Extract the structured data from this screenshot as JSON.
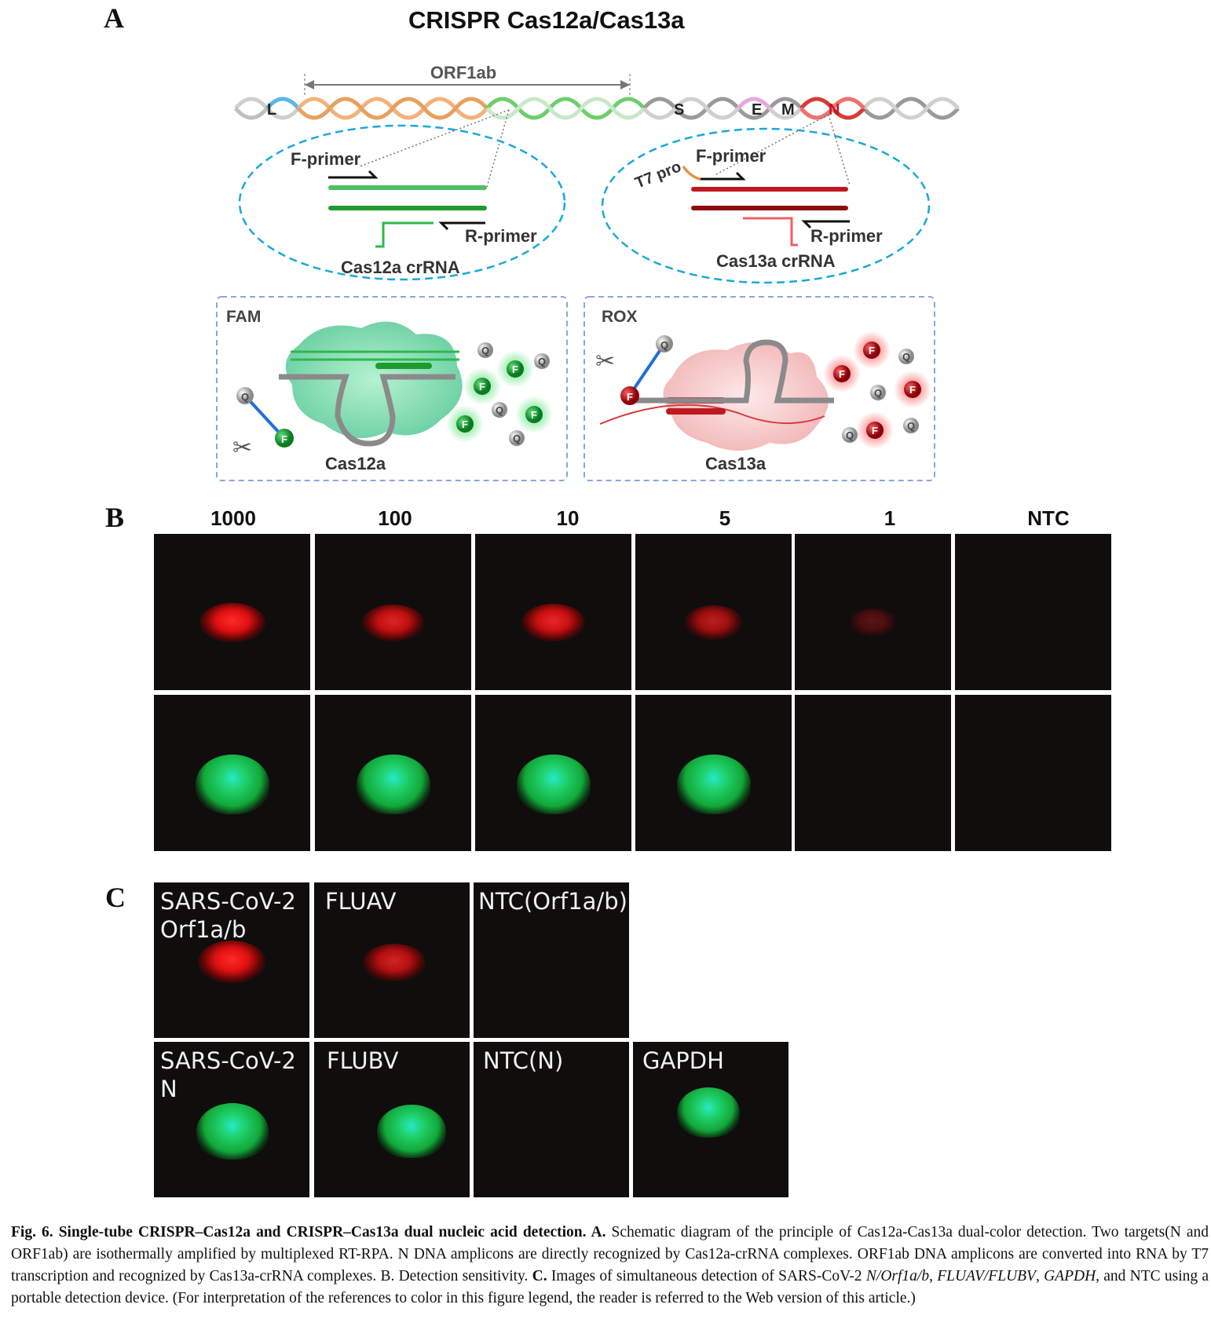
{
  "panel_a": {
    "letter": "A",
    "title": "CRISPR Cas12a/Cas13a",
    "genome": {
      "orf_label": "ORF1ab",
      "genes": [
        "L",
        "S",
        "E",
        "M",
        "N"
      ]
    },
    "left_oval": {
      "f_primer": "F-primer",
      "r_primer": "R-primer",
      "crrna": "Cas12a crRNA"
    },
    "right_oval": {
      "t7": "T7 pro",
      "f_primer": "F-primer",
      "r_primer": "R-primer",
      "crrna": "Cas13a crRNA"
    },
    "left_box": {
      "label": "FAM",
      "enzyme": "Cas12a",
      "f": "F",
      "q": "Q"
    },
    "right_box": {
      "label": "ROX",
      "enzyme": "Cas13a",
      "f": "F",
      "q": "Q"
    },
    "colors": {
      "orf": "#f0b070",
      "green": "#2fb84a",
      "red": "#c01820",
      "oval": "#1aa8d8",
      "box": "#8aa6e0"
    }
  },
  "panel_b": {
    "letter": "B",
    "headers": [
      "1000",
      "100",
      "10",
      "5",
      "1",
      "NTC"
    ],
    "red_intensity": [
      1.0,
      0.85,
      0.9,
      0.7,
      0.3,
      0
    ],
    "green_intensity": [
      1.0,
      1.0,
      1.0,
      1.0,
      0,
      0
    ]
  },
  "panel_c": {
    "letter": "C",
    "top_labels": [
      "SARS-CoV-2\nOrf1a/b",
      "FLUAV",
      "NTC(Orf1a/b)"
    ],
    "bottom_labels": [
      "SARS-CoV-2\nN",
      "FLUBV",
      "NTC(N)",
      "GAPDH"
    ]
  },
  "caption": {
    "bold": "Fig. 6. Single-tube CRISPR–Cas12a and CRISPR–Cas13a dual nucleic acid detection. A.",
    "part1": " Schematic diagram of the principle of Cas12a-Cas13a dual-color detection. Two targets(N and ORF1ab) are isothermally amplified by multiplexed RT-RPA. N DNA amplicons are directly recognized by Cas12a-crRNA complexes. ORF1ab DNA amplicons are converted into RNA by T7 transcription and recognized by Cas13a-crRNA complexes. B. Detection sensitivity. ",
    "bold_c": "C.",
    "part2": " Images of simultaneous detection of SARS-CoV-2 ",
    "it1": "N/Orf1a/b",
    "sep1": ", ",
    "it2": "FLUAV/FLUBV",
    "sep2": ", ",
    "it3": "GAPDH",
    "part3": ", and NTC using a portable detection device. (For interpretation of the references to color in this figure legend, the reader is referred to the Web version of this article.)"
  }
}
